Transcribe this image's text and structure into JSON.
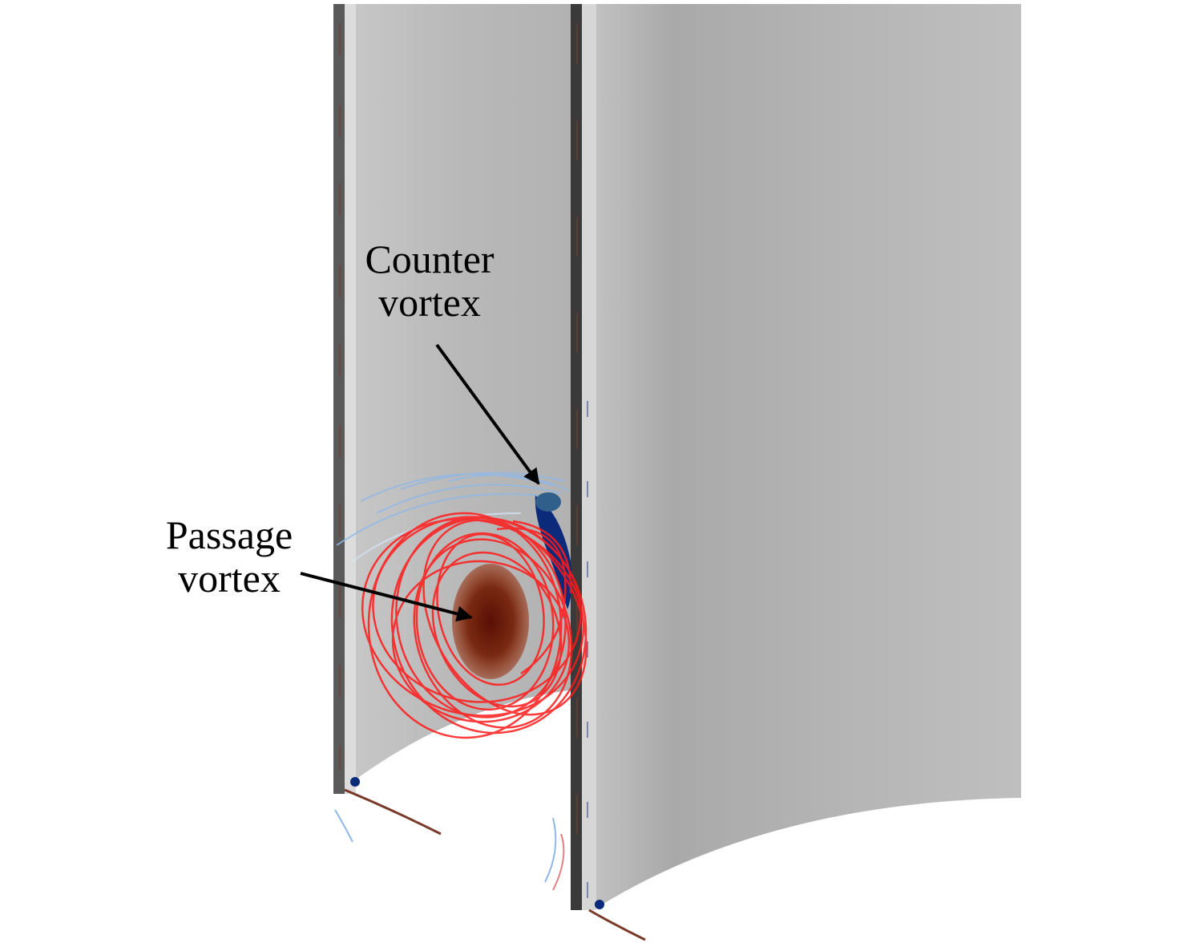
{
  "annotations": {
    "counter_vortex": {
      "line1": "Counter",
      "line2": "vortex"
    },
    "passage_vortex": {
      "line1": "Passage",
      "line2": "vortex"
    }
  },
  "colors": {
    "blade_surface": "#bdbdbd",
    "blade_edge_dark": "#3a3a3a",
    "passage_vortex": "#ff1a1a",
    "passage_core": "#7a1f10",
    "counter_vortex": "#0b2a7a",
    "counter_streamlines": "#8fb8e8",
    "arrow": "#000000"
  }
}
